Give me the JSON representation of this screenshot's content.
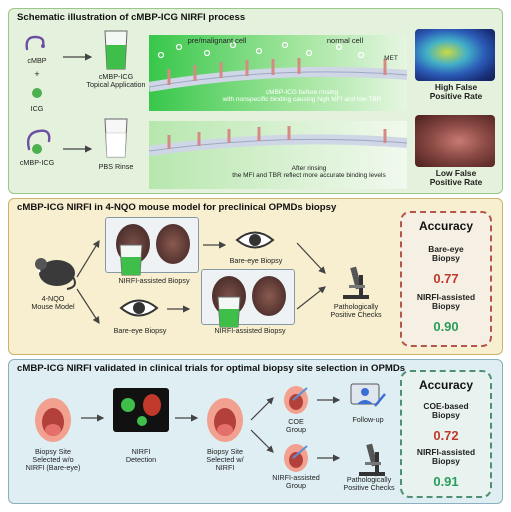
{
  "panel1": {
    "title": "Schematic illustration of cMBP-ICG NIRFI process",
    "cmbp": "cMBP",
    "plus": "+",
    "icg": "ICG",
    "cmbp_icg": "cMBP-ICG",
    "topical_line1": "cMBP-ICG",
    "topical_line2": "Topical Application",
    "pbs": "PBS Rinse",
    "premalignant": "pre/malignant cell",
    "normal": "normal cell",
    "met": "MET",
    "before_line1": "cMBP-ICG before rinsing",
    "before_line2": "with nonspecific binding causing high MFI and low TBR",
    "after_line1": "After rinsing",
    "after_line2": "the MFI and TBR reflect more accurate binding levels",
    "high_fp_line1": "High False",
    "high_fp_line2": "Positive Rate",
    "low_fp_line1": "Low False",
    "low_fp_line2": "Positive Rate"
  },
  "panel2": {
    "title": "cMBP-ICG NIRFI in 4-NQO mouse model for preclinical OPMDs biopsy",
    "mouse_line1": "4-NQO",
    "mouse_line2": "Mouse Model",
    "nirfi_biopsy_top": "NIRFI-assisted Biopsy",
    "bare_eye_top": "Bare-eye Biopsy",
    "bare_eye_bottom": "Bare-eye Biopsy",
    "nirfi_biopsy_bottom": "NIRFI-assisted Biopsy",
    "patho_line1": "Pathologically",
    "patho_line2": "Positive Checks",
    "accuracy": {
      "title": "Accuracy",
      "label1_line1": "Bare-eye",
      "label1_line2": "Biopsy",
      "value1": "0.77",
      "label2_line1": "NIRFI-assisted",
      "label2_line2": "Biopsy",
      "value2": "0.90"
    }
  },
  "panel3": {
    "title": "cMBP-ICG NIRFI validated in clinical trials for optimal biopsy site selection in OPMDs",
    "site_wo_line1": "Biopsy Site",
    "site_wo_line2": "Selected w/o",
    "site_wo_line3": "NIRFI (Bare-eye)",
    "detect_line1": "NIRFI",
    "detect_line2": "Detection",
    "site_w_line1": "Biopsy Site",
    "site_w_line2": "Selected w/",
    "site_w_line3": "NIRFI",
    "coe_line1": "COE",
    "coe_line2": "Group",
    "nirfi_group_line1": "NIRFI-assisted",
    "nirfi_group_line2": "Group",
    "followup": "Follow-up",
    "patho_line1": "Pathologically",
    "patho_line2": "Positive Checks",
    "accuracy": {
      "title": "Accuracy",
      "label1_line1": "COE-based",
      "label1_line2": "Biopsy",
      "value1": "0.72",
      "label2_line1": "NIRFI-assisted",
      "label2_line2": "Biopsy",
      "value2": "0.91"
    }
  },
  "colors": {
    "red_value": "#c0392b",
    "green_value": "#2a9d5c",
    "accent_green": "#4caf50",
    "accent_purple": "#6c4fa3",
    "accuracy_border_1": "#b5564a",
    "accuracy_border_2": "#4f8f78"
  }
}
